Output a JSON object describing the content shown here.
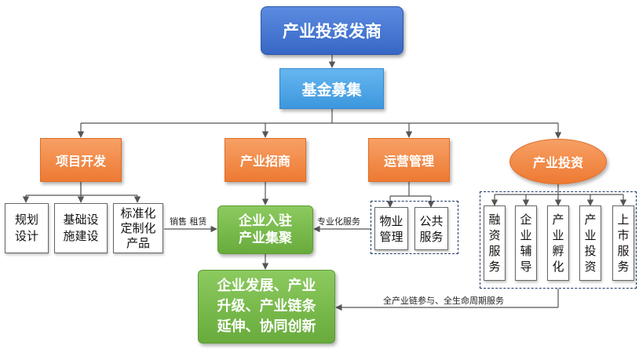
{
  "top": {
    "label": "产业投资发商"
  },
  "fund": {
    "label": "基金募集"
  },
  "branches": {
    "project_dev": "项目开发",
    "attract": "产业招商",
    "operation": "运营管理",
    "investment": "产业投资"
  },
  "project_items": {
    "planning": "规划\n设计",
    "infra": "基础设\n施建设",
    "custom": "标准化\n定制化\n产品"
  },
  "operation_items": {
    "property": "物业\n管理",
    "public": "公共\n服务"
  },
  "investment_items": [
    "融资服务",
    "企业辅导",
    "产业孵化",
    "产业投资",
    "上市服务"
  ],
  "settle": {
    "label": "企业入驻\n产业集聚"
  },
  "develop": {
    "label": "企业发展、产业\n升级、产业链条\n延伸、协同创新"
  },
  "edge_labels": {
    "sales_rent": "销售  租赁",
    "professional": "专业化服务",
    "full_chain": "全产业链参与、全生命周期服务"
  },
  "colors": {
    "top_blue": "#3f71d0",
    "fund_blue": "#4aa2e6",
    "orange": "#f08a45",
    "green": "#76b84a",
    "line": "#555555",
    "dash": "#1f3b68"
  }
}
